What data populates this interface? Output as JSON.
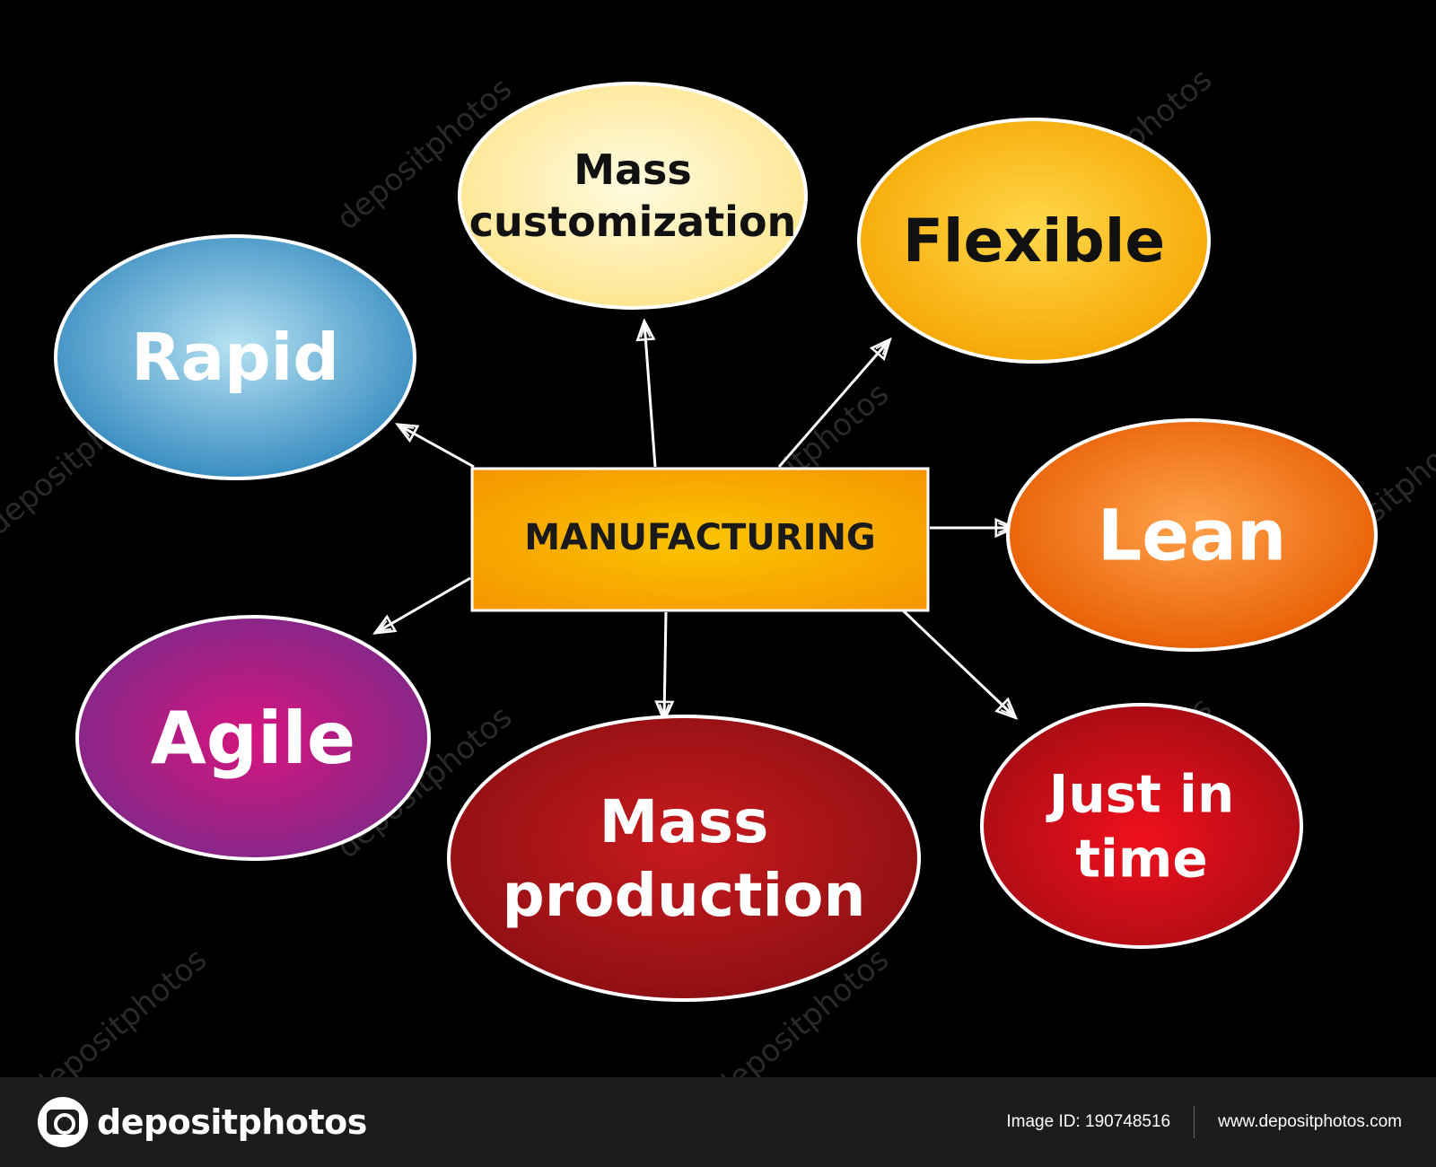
{
  "center": {
    "label": "MANUFACTURING",
    "color": "#f7a600"
  },
  "nodes": [
    {
      "id": "mass-customization",
      "lines": [
        "Mass",
        "customization"
      ],
      "color": "#fdf08a",
      "text_color": "#111111"
    },
    {
      "id": "flexible",
      "lines": [
        "Flexible"
      ],
      "color": "#fbb800",
      "text_color": "#111111"
    },
    {
      "id": "rapid",
      "lines": [
        "Rapid"
      ],
      "color": "#5aaed2",
      "text_color": "#ffffff"
    },
    {
      "id": "lean",
      "lines": [
        "Lean"
      ],
      "color": "#f36f10",
      "text_color": "#ffffff"
    },
    {
      "id": "agile",
      "lines": [
        "Agile"
      ],
      "color": "#a0237d",
      "text_color": "#ffffff"
    },
    {
      "id": "mass-production",
      "lines": [
        "Mass",
        "production"
      ],
      "color": "#a5161a",
      "text_color": "#ffffff"
    },
    {
      "id": "just-in-time",
      "lines": [
        "Just in",
        "time"
      ],
      "color": "#d8101c",
      "text_color": "#ffffff"
    }
  ],
  "watermark": "depositphotos",
  "footer": {
    "brand": "depositphotos",
    "image_id": "Image ID: 190748516",
    "website": "www.depositphotos.com"
  }
}
